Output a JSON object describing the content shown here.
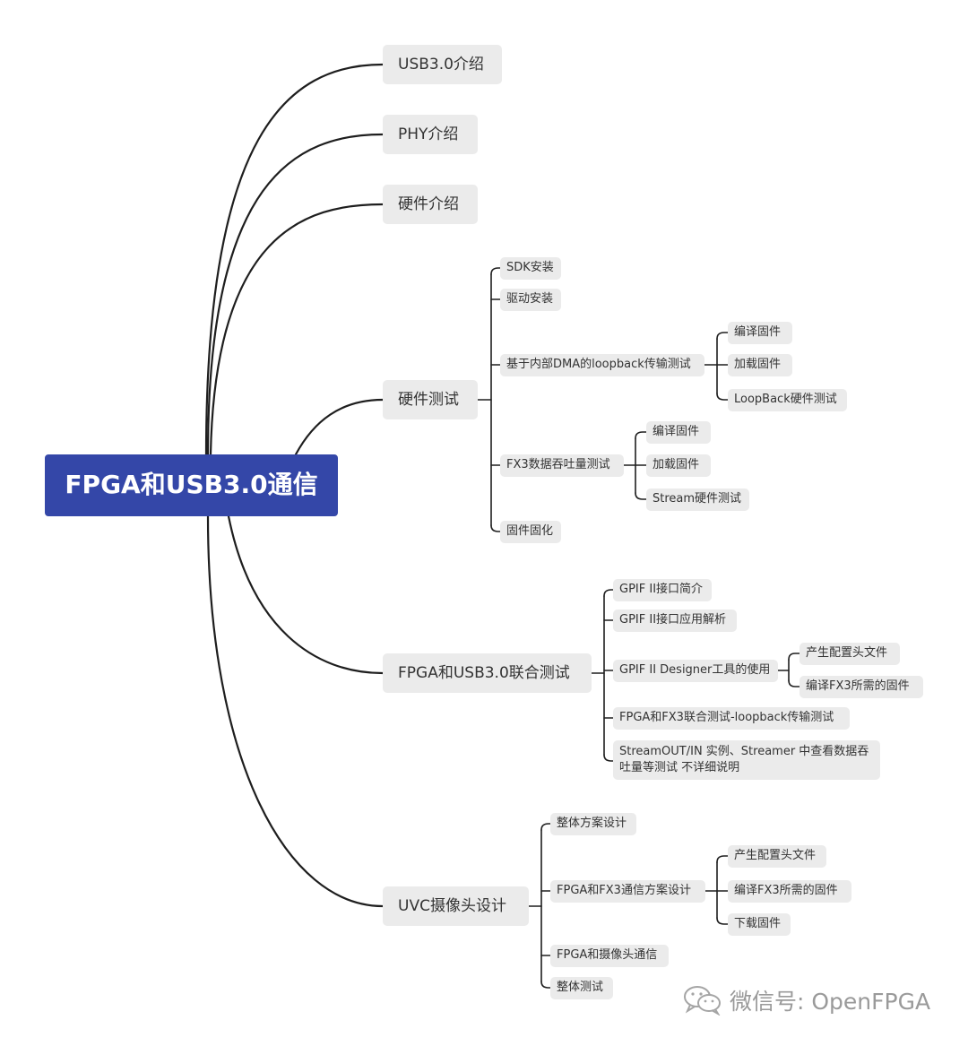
{
  "root": {
    "label": "FPGA和USB3.0通信"
  },
  "branches": {
    "usb_intro": {
      "label": "USB3.0介绍"
    },
    "phy_intro": {
      "label": "PHY介绍"
    },
    "hw_intro": {
      "label": "硬件介绍"
    },
    "hw_test": {
      "label": "硬件测试",
      "sdk": "SDK安装",
      "driver": "驱动安装",
      "loopback": {
        "label": "基于内部DMA的loopback传输测试",
        "compile": "编译固件",
        "load": "加载固件",
        "test": "LoopBack硬件测试"
      },
      "throughput": {
        "label": "FX3数据吞吐量测试",
        "compile": "编译固件",
        "load": "加载固件",
        "test": "Stream硬件测试"
      },
      "solidify": "固件固化"
    },
    "joint_test": {
      "label": "FPGA和USB3.0联合测试",
      "gpif_intro": "GPIF II接口简介",
      "gpif_app": "GPIF II接口应用解析",
      "designer": {
        "label": "GPIF II Designer工具的使用",
        "gen_header": "产生配置头文件",
        "compile_fw": "编译FX3所需的固件"
      },
      "fpga_fx3_loop": "FPGA和FX3联合测试-loopback传输测试",
      "stream_example": "StreamOUT/IN 实例、Streamer 中查看数据吞吐量等测试 不详细说明"
    },
    "uvc": {
      "label": "UVC摄像头设计",
      "overall_design": "整体方案设计",
      "comm_design": {
        "label": "FPGA和FX3通信方案设计",
        "gen_header": "产生配置头文件",
        "compile_fw": "编译FX3所需的固件",
        "download_fw": "下载固件"
      },
      "camera_comm": "FPGA和摄像头通信",
      "overall_test": "整体测试"
    }
  },
  "watermark": {
    "text": "微信号: OpenFPGA"
  },
  "colors": {
    "root_bg": "#3447a8",
    "node_bg": "#ebebeb",
    "line": "#1e1e1e"
  }
}
